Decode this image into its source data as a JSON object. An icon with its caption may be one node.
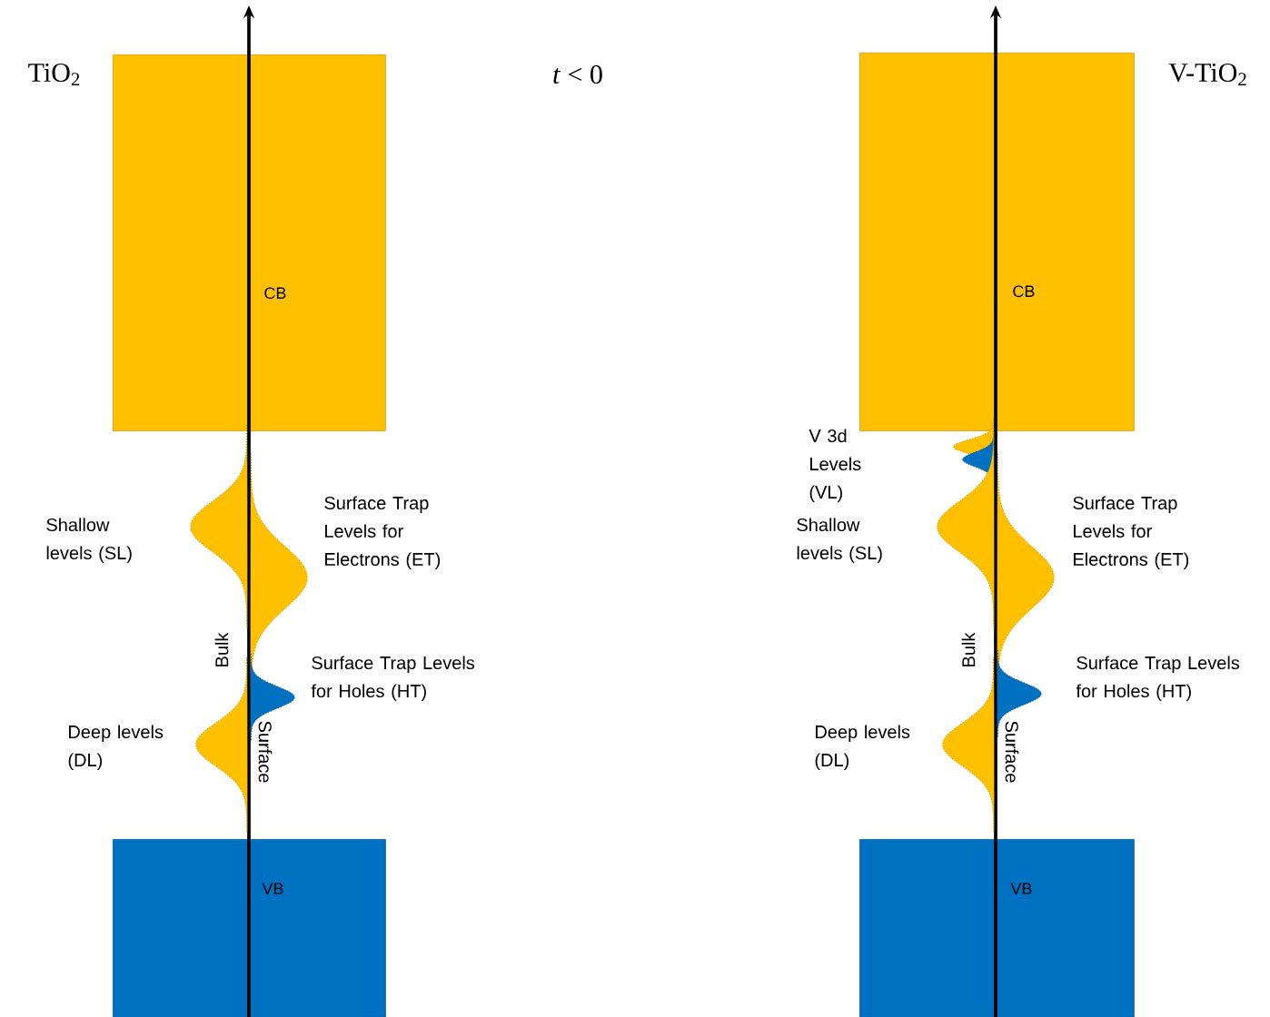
{
  "diagram": {
    "nodes": [
      {
        "text": [
          "CB"
        ]
      },
      {
        "text": [
          "CB"
        ]
      },
      {
        "text": [
          "VB"
        ]
      },
      {
        "text": [
          "VB"
        ]
      }
    ],
    "labels": [
      "TiO$_{2}$",
      "*t* < 0",
      "V-TiO$_{2}$",
      "Shallow levels (SL)",
      "Surface Trap Levels for Electrons (ET)",
      "Bulk",
      "Surface Trap Levels for Holes (HT)",
      "Deep levels (DL)",
      "Surface",
      "V 3d Levels (VL)",
      "Shallow levels (SL)",
      "Surface Trap Levels for Electrons (ET)",
      "Bulk",
      "Surface Trap Levels for Holes (HT)",
      "Deep levels (DL)",
      "Surface"
    ]
  }
}
